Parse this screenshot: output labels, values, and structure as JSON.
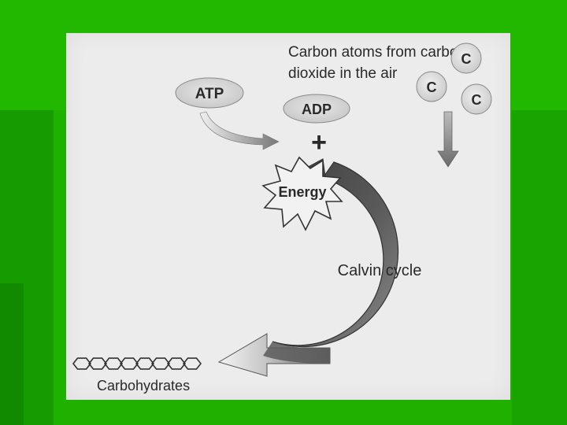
{
  "diagram": {
    "co2_caption_line1": "Carbon atoms from carbon",
    "co2_caption_line2": "dioxide in the air",
    "atp": "ATP",
    "adp": "ADP",
    "plus": "+",
    "energy": "Energy",
    "cycle": "Calvin cycle",
    "carbohydrates": "Carbohydrates",
    "carbon_atoms": [
      "C",
      "C",
      "C"
    ]
  },
  "colors": {
    "slide_background": "#1fb000",
    "card": "#ececec",
    "cycle_arrow": "#555555",
    "pill": "#d6d6d6"
  }
}
